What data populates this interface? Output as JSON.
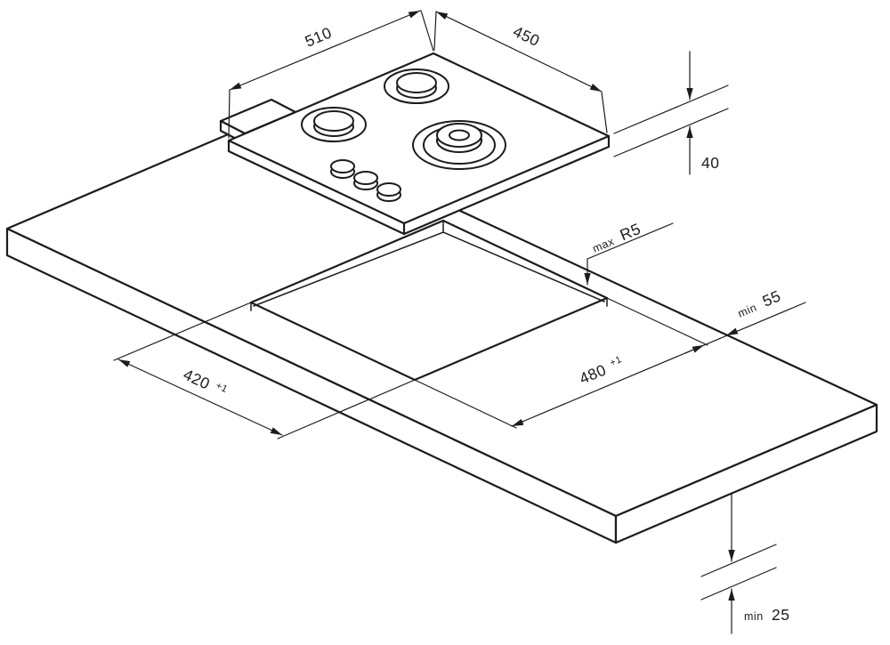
{
  "drawing": {
    "kind": "hob-installation-cutout-diagram",
    "colors": {
      "line": "#1c1c1c",
      "background": "#ffffff"
    },
    "dimensions": {
      "hob_width": {
        "value": "510"
      },
      "hob_depth": {
        "value": "450"
      },
      "hob_height": {
        "value": "40"
      },
      "corner_radius": {
        "prefix": "max",
        "value": "R5"
      },
      "side_clearance": {
        "prefix": "min",
        "value": "55"
      },
      "cutout_length": {
        "value": "480",
        "tolerance": "+1"
      },
      "cutout_width": {
        "value": "420",
        "tolerance": "+1"
      },
      "bottom_clearance": {
        "prefix": "min",
        "value": "25"
      }
    }
  }
}
